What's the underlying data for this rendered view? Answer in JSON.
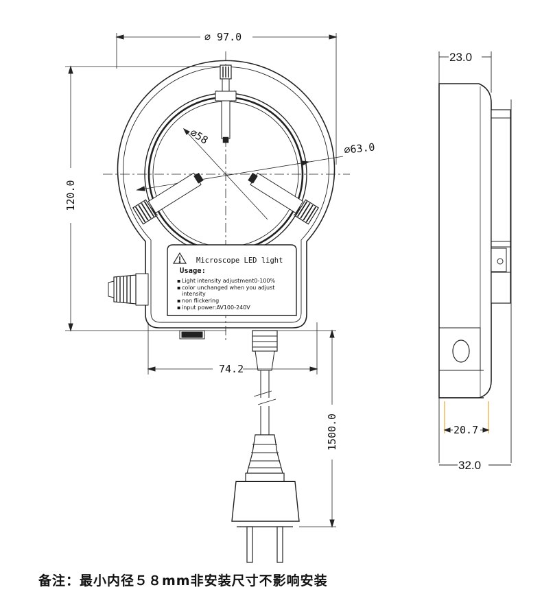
{
  "dimensions": {
    "outer_diameter": "⌀ 97.0",
    "inner_diameter": "⌀58",
    "ring_diameter": "⌀63.0",
    "height": "120.0",
    "base_width": "74.2",
    "cable_length": "1500.0",
    "side_depth_top": "23.0",
    "side_depth_bottom": "32.0",
    "side_inner": "20.7"
  },
  "label": {
    "title": "Microscope LED light",
    "usage": "Usage:",
    "lines": [
      "Light intensity adjustment0-100%",
      "color unchanged when you adjust",
      "intensity",
      "non flickering",
      "input power:AV100-240V"
    ]
  },
  "note": "备注：最小内径５８mm非安装尺寸不影响安装",
  "icons": [
    "warning-triangle-icon"
  ]
}
